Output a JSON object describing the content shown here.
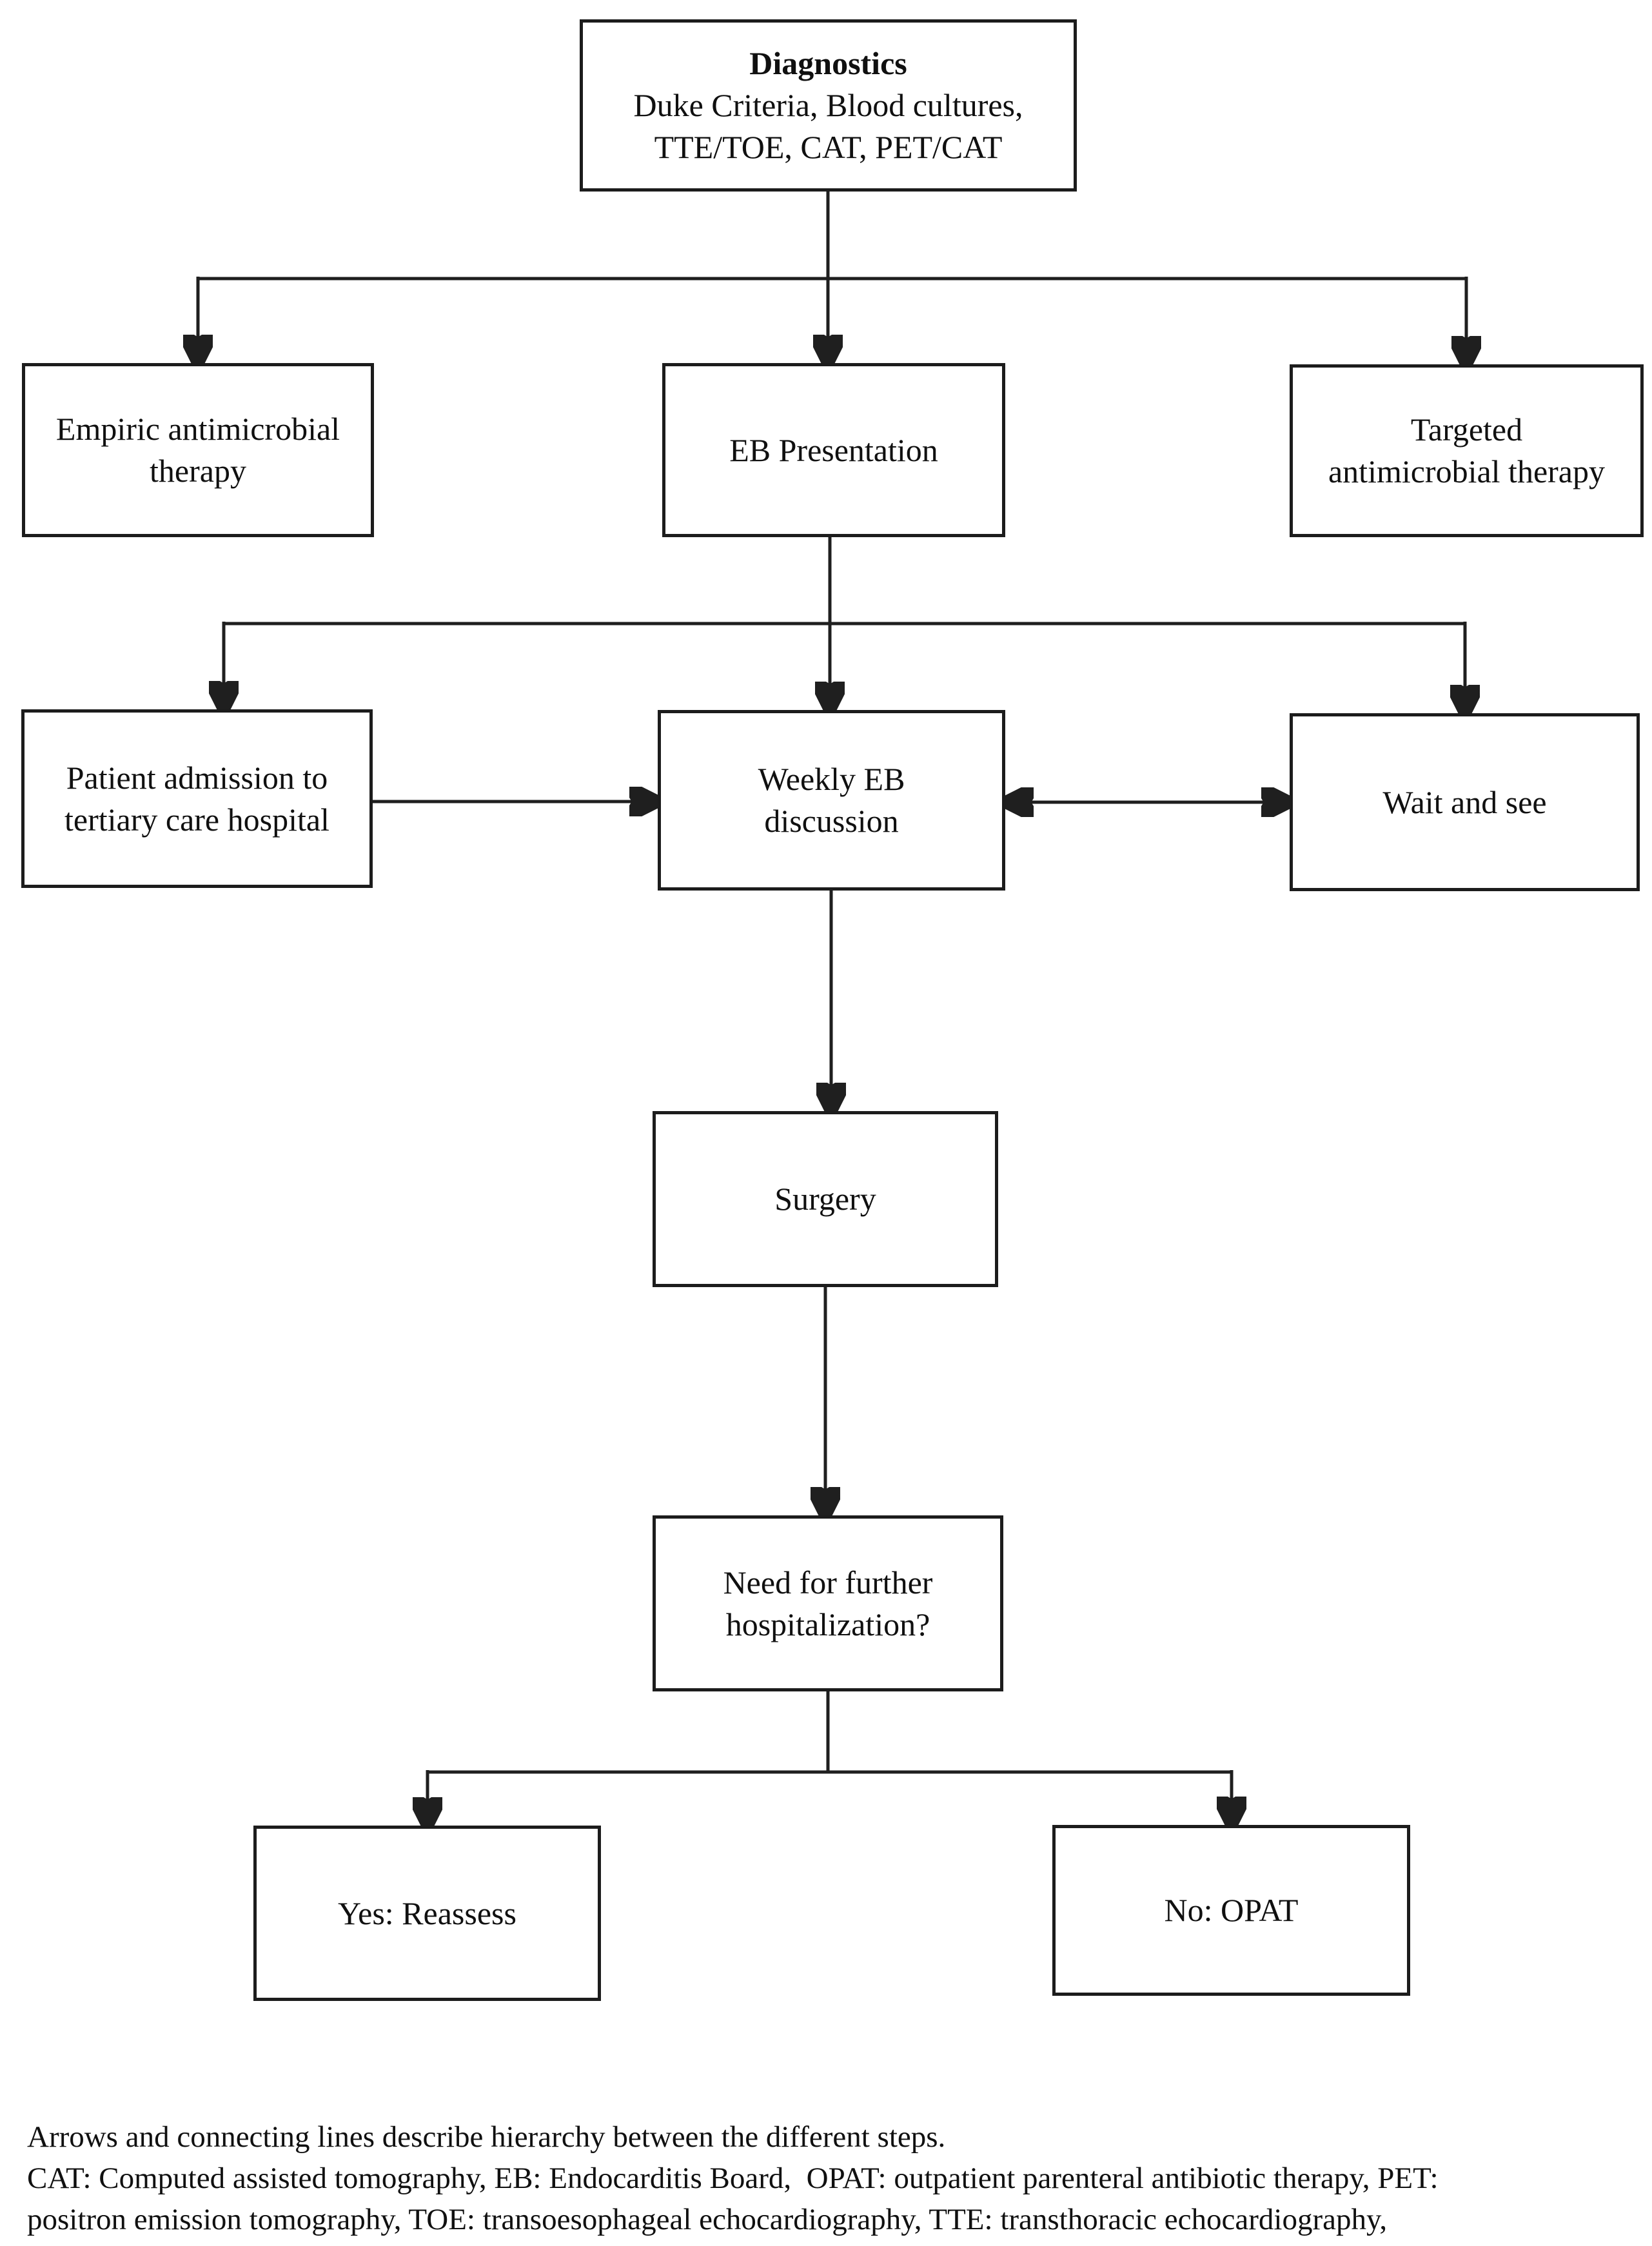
{
  "meta": {
    "background_color": "#ffffff",
    "line_color": "#1f1f1f",
    "text_color": "#101010"
  },
  "nodes": {
    "diagnostics": {
      "title": "Diagnostics",
      "lines": [
        "Duke Criteria, Blood cultures,",
        "TTE/TOE, CAT, PET/CAT"
      ]
    },
    "empiric": {
      "lines": [
        "Empiric antimicrobial",
        "therapy"
      ]
    },
    "eb_presentation": {
      "lines": [
        "EB Presentation"
      ]
    },
    "targeted": {
      "lines": [
        "Targeted",
        "antimicrobial therapy"
      ]
    },
    "admission": {
      "lines": [
        "Patient admission to",
        "tertiary care hospital"
      ]
    },
    "weekly_eb": {
      "lines": [
        "Weekly EB",
        "discussion"
      ]
    },
    "wait_and_see": {
      "lines": [
        "Wait and see"
      ]
    },
    "surgery": {
      "lines": [
        "Surgery"
      ]
    },
    "need_hospitalization": {
      "lines": [
        "Need for further",
        "hospitalization?"
      ]
    },
    "yes_reassess": {
      "lines": [
        "Yes: Reassess"
      ]
    },
    "no_opat": {
      "lines": [
        "No: OPAT"
      ]
    }
  },
  "edges": [
    "Diagnostics -> Empiric antimicrobial therapy",
    "Diagnostics -> EB Presentation",
    "Diagnostics -> Targeted antimicrobial therapy",
    "EB Presentation -> Patient admission to tertiary care hospital",
    "EB Presentation -> Weekly EB discussion",
    "EB Presentation -> Wait and see",
    "Patient admission to tertiary care hospital -> Weekly EB discussion",
    "Weekly EB discussion <-> Wait and see",
    "Weekly EB discussion -> Surgery",
    "Surgery -> Need for further hospitalization?",
    "Need for further hospitalization? -> Yes: Reassess",
    "Need for further hospitalization? -> No: OPAT"
  ],
  "footer": {
    "line1": "Arrows and connecting lines describe hierarchy between the different steps.",
    "line2": "CAT: Computed assisted tomography, EB: Endocarditis Board,  OPAT: outpatient parenteral antibiotic therapy, PET:",
    "line3": "positron emission tomography, TOE: transoesophageal echocardiography, TTE: transthoracic echocardiography,"
  }
}
